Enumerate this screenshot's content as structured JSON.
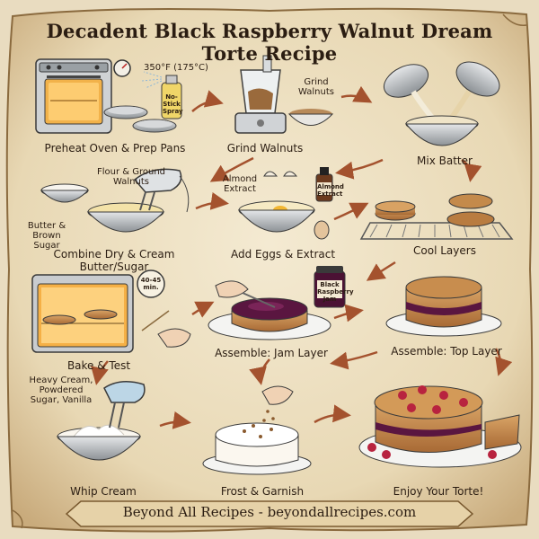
{
  "title": "Decadent Black Raspberry Walnut Dream Torte Recipe",
  "steps": [
    {
      "label": "Preheat Oven & Prep Pans"
    },
    {
      "label": "Grind Walnuts"
    },
    {
      "label": "Mix Batter"
    },
    {
      "label": "Combine Dry & Cream Butter/Sugar"
    },
    {
      "label": "Add Eggs & Extract"
    },
    {
      "label": "Cool Layers"
    },
    {
      "label": "Bake & Test"
    },
    {
      "label": "Assemble: Jam Layer"
    },
    {
      "label": "Assemble: Top Layer"
    },
    {
      "label": "Whip Cream"
    },
    {
      "label": "Frost & Garnish"
    },
    {
      "label": "Enjoy Your Torte!"
    }
  ],
  "annotations": {
    "oven_temp": "350°F (175°C)",
    "spray_can": "No-Stick Spray",
    "grind_walnuts": "Grind Walnuts",
    "flour_walnuts": "Flour & Ground Walnuts",
    "butter_sugar": "Butter & Brown Sugar",
    "almond_extract": "Almond Extract",
    "extract_bottle": "Almond Extract",
    "jam_jar": "Black Raspberry Jam",
    "bake_time": "40-45 min.",
    "cream_ingredients": "Heavy Cream, Powdered Sugar, Vanilla"
  },
  "footer": "Beyond All Recipes - beyondallrecipes.com",
  "colors": {
    "parchment": "#eadcbc",
    "ink": "#2b1d12",
    "arrow": "#a4522e",
    "jam": "#5a1640",
    "cake": "#c98f4f",
    "raspberry": "#b8233f",
    "cream": "#fbf7ef",
    "metal": "#b8bcc0"
  }
}
